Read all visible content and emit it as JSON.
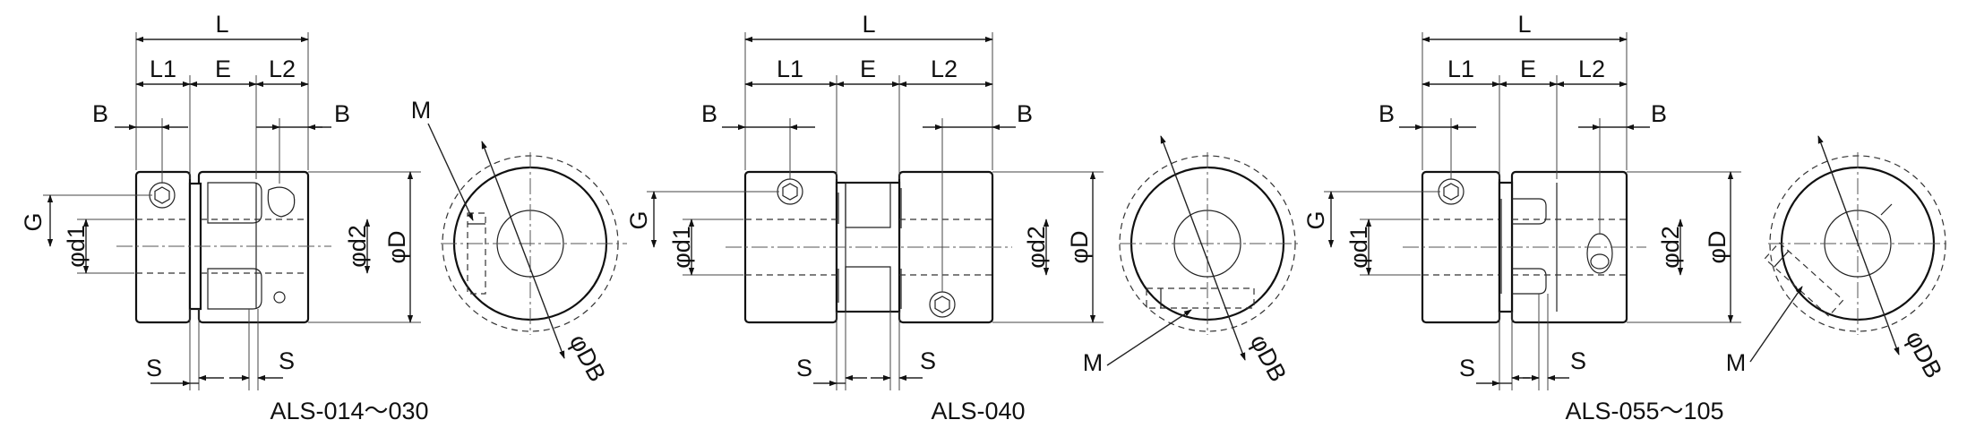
{
  "drawings": [
    {
      "caption": "ALS-014～030",
      "labels": {
        "L": "L",
        "L1": "L1",
        "E": "E",
        "L2": "L2",
        "B_left": "B",
        "B_right": "B",
        "G": "G",
        "d1": "φd1",
        "d2": "φd2",
        "D": "φD",
        "S_left": "S",
        "S_right": "S",
        "M": "M",
        "DB": "φDB"
      }
    },
    {
      "caption": "ALS-040",
      "labels": {
        "L": "L",
        "L1": "L1",
        "E": "E",
        "L2": "L2",
        "B_left": "B",
        "B_right": "B",
        "G": "G",
        "d1": "φd1",
        "d2": "φd2",
        "D": "φD",
        "S_left": "S",
        "S_right": "S",
        "M": "M",
        "DB": "φDB"
      }
    },
    {
      "caption": "ALS-055～105",
      "labels": {
        "L": "L",
        "L1": "L1",
        "E": "E",
        "L2": "L2",
        "B_left": "B",
        "B_right": "B",
        "G": "G",
        "d1": "φd1",
        "d2": "φd2",
        "D": "φD",
        "S_left": "S",
        "S_right": "S",
        "M": "M",
        "DB": "φDB"
      }
    }
  ]
}
